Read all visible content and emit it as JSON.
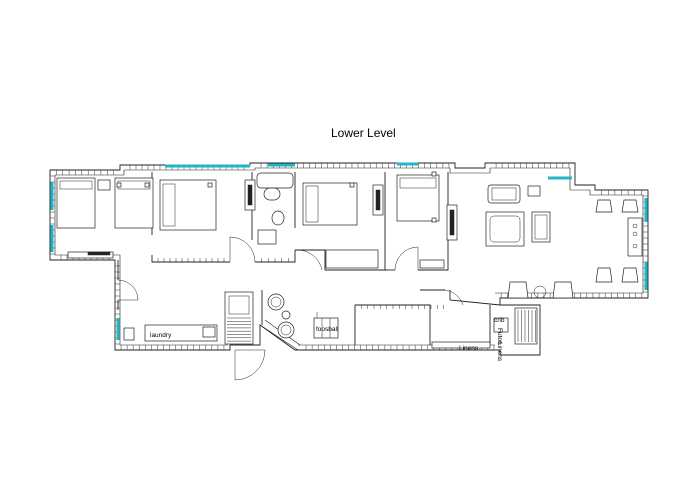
{
  "plan": {
    "title": "Lower Level",
    "labels": {
      "laundry": "laundry",
      "foosball": "foosball",
      "crib": "crib",
      "linens": "Linens",
      "futon": "Futon",
      "linens_vertical": "Linens"
    },
    "colors": {
      "wall": "#222222",
      "window": "#1fb7c7",
      "background": "#ffffff"
    }
  }
}
